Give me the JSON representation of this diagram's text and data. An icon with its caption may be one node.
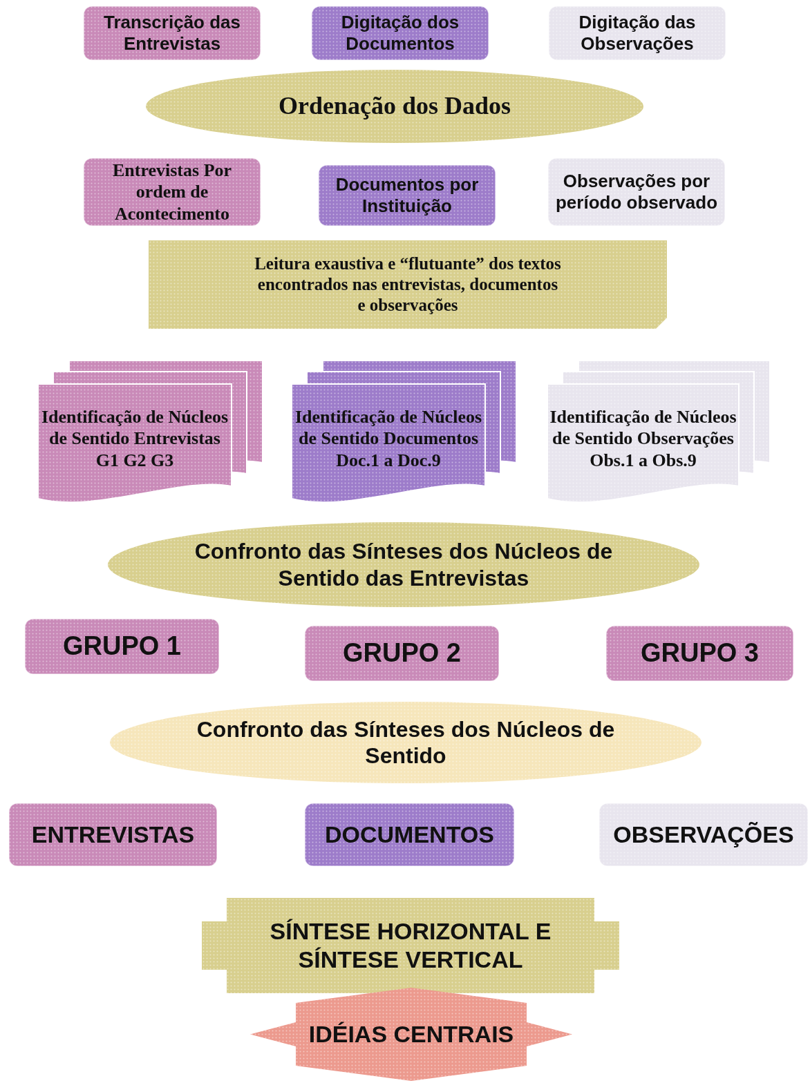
{
  "diagram": {
    "nodes": [
      {
        "text": [
          "Transcrição das Entrevistas"
        ]
      },
      {
        "text": [
          "Digitação dos Documentos"
        ]
      },
      {
        "text": [
          "Digitação das Observações"
        ]
      },
      {
        "text": [
          "Ordenação dos Dados"
        ]
      },
      {
        "text": [
          "Entrevistas Por ordem de Acontecimento"
        ]
      },
      {
        "text": [
          "Documentos por Instituição"
        ]
      },
      {
        "text": [
          "Observações por período observado"
        ]
      },
      {
        "text": [
          "Leitura exaustiva e “flutuante” dos textos encontrados nas entrevistas, documentos e observações"
        ]
      },
      {
        "text": [
          "Identificação de Núcleos de Sentido Entrevistas G1 G2 G3"
        ]
      },
      {
        "text": [
          "Identificação de Núcleos de Sentido Documentos Doc.1 a Doc.9"
        ]
      },
      {
        "text": [
          "Identificação de Núcleos de Sentido Observações Obs.1 a Obs.9"
        ]
      },
      {
        "text": [
          "Confronto das Sínteses dos Núcleos de Sentido das Entrevistas"
        ]
      },
      {
        "text": [
          "GRUPO 1"
        ]
      },
      {
        "text": [
          "GRUPO 2"
        ]
      },
      {
        "text": [
          "GRUPO 3"
        ]
      },
      {
        "text": [
          "Confronto das Sínteses dos Núcleos de Sentido"
        ]
      },
      {
        "text": [
          "ENTREVISTAS"
        ]
      },
      {
        "text": [
          "DOCUMENTOS"
        ]
      },
      {
        "text": [
          "OBSERVAÇÕES"
        ]
      },
      {
        "text": [
          "SÍNTESE HORIZONTAL E SÍNTESE VERTICAL"
        ]
      },
      {
        "text": [
          "IDÉIAS CENTRAIS"
        ]
      }
    ]
  }
}
